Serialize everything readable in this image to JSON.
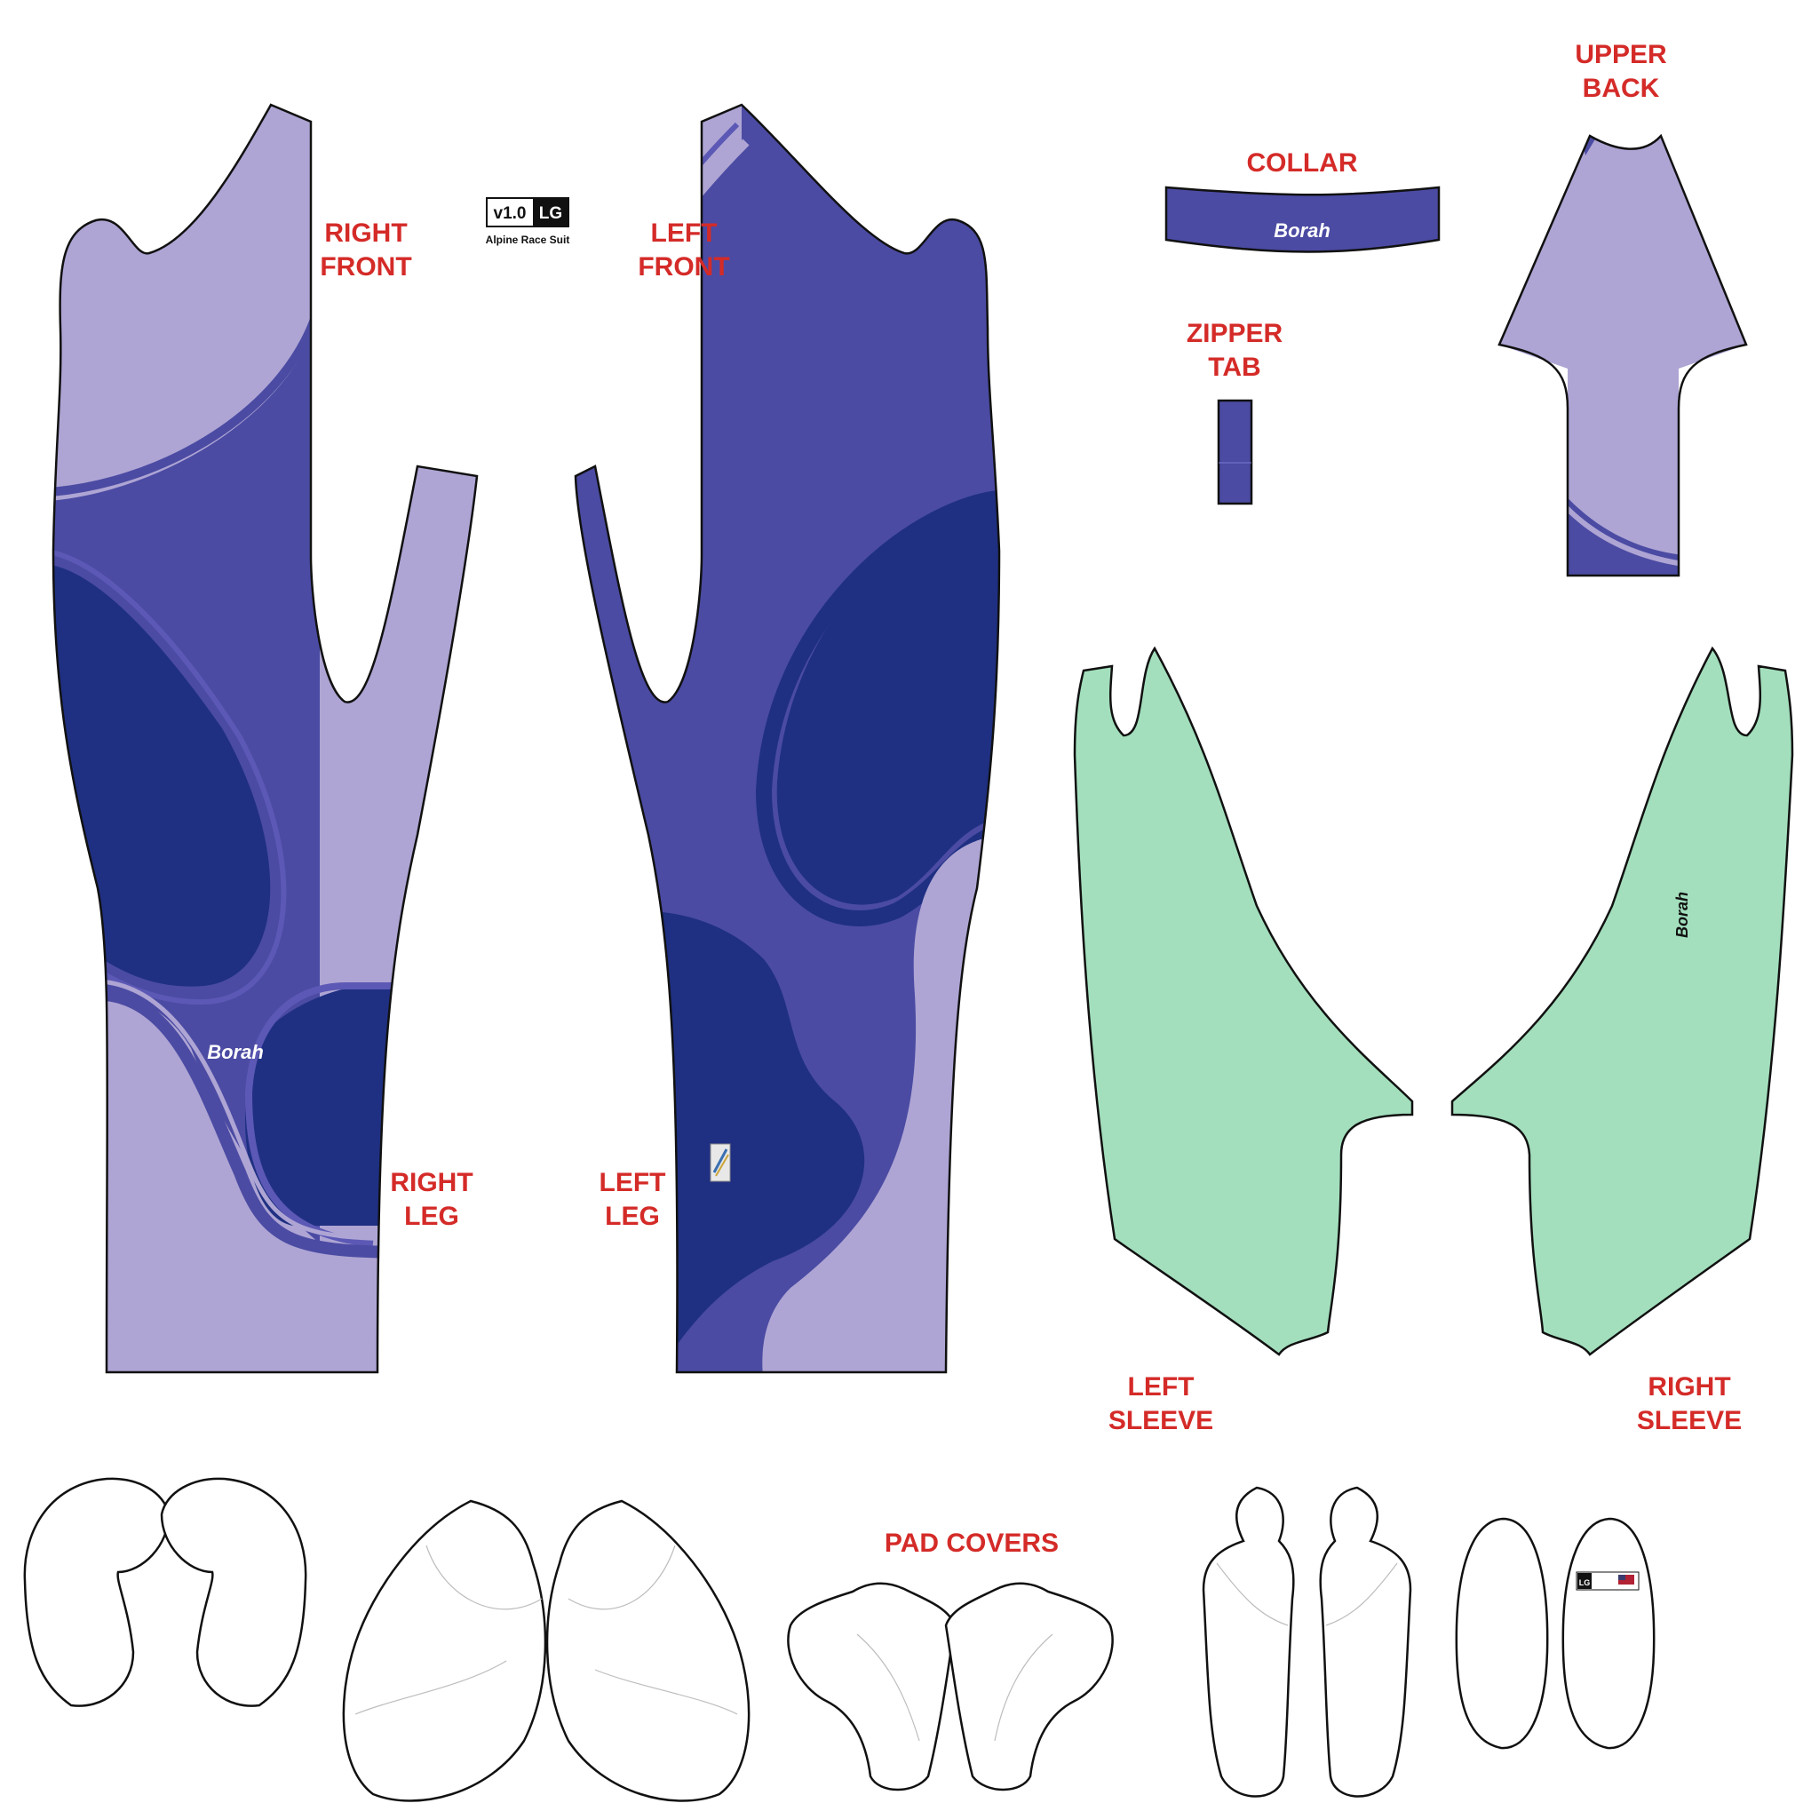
{
  "version_tag": {
    "version": "v1.0",
    "size": "LG",
    "product": "Alpine Race Suit"
  },
  "brand": {
    "logo_text": "Borah"
  },
  "colors": {
    "lavender": "#aea5d4",
    "royal": "#4b4ba3",
    "navy": "#1f3082",
    "stripe": "#5c58b5",
    "mint": "#a3dfbd",
    "label_red": "#d42b28",
    "outline": "#111111"
  },
  "labels": {
    "right_front": [
      "RIGHT",
      "FRONT"
    ],
    "left_front": [
      "LEFT",
      "FRONT"
    ],
    "right_leg": [
      "RIGHT",
      "LEG"
    ],
    "left_leg": [
      "LEFT",
      "LEG"
    ],
    "collar": "COLLAR",
    "zipper_tab": [
      "ZIPPER",
      "TAB"
    ],
    "upper_back": [
      "UPPER",
      "BACK"
    ],
    "left_sleeve": [
      "LEFT",
      "SLEEVE"
    ],
    "right_sleeve": [
      "RIGHT",
      "SLEEVE"
    ],
    "pad_covers": "PAD COVERS"
  },
  "pad_tag": {
    "size": "LG"
  }
}
